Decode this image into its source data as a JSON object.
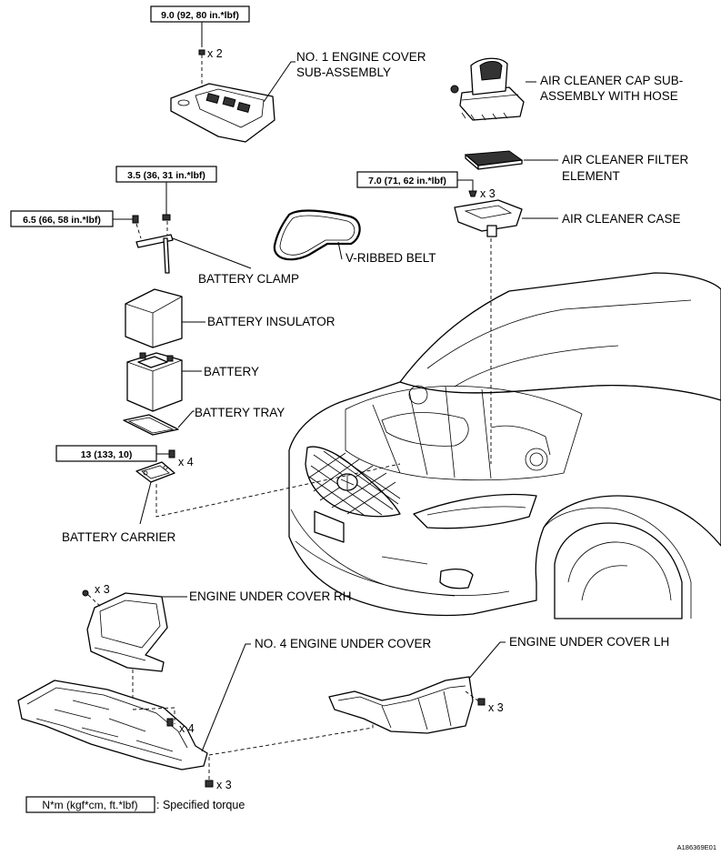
{
  "labels": {
    "engine_cover": [
      "NO. 1 ENGINE COVER",
      "SUB-ASSEMBLY"
    ],
    "air_cleaner_cap": [
      "AIR CLEANER CAP SUB-",
      "ASSEMBLY WITH HOSE"
    ],
    "air_cleaner_filter": [
      "AIR CLEANER FILTER",
      "ELEMENT"
    ],
    "air_cleaner_case": "AIR CLEANER CASE",
    "v_ribbed_belt": "V-RIBBED BELT",
    "battery_clamp": "BATTERY CLAMP",
    "battery_insulator": "BATTERY INSULATOR",
    "battery": "BATTERY",
    "battery_tray": "BATTERY TRAY",
    "battery_carrier": "BATTERY CARRIER",
    "engine_under_cover_rh": "ENGINE UNDER COVER RH",
    "no4_engine_under_cover": "NO. 4 ENGINE UNDER COVER",
    "engine_under_cover_lh": "ENGINE UNDER COVER LH"
  },
  "torques": {
    "engine_cover": "9.0 (92, 80 in.*lbf)",
    "clamp_nut": "3.5 (36, 31 in.*lbf)",
    "clamp_bolt": "6.5 (66, 58 in.*lbf)",
    "air_cleaner_case": "7.0 (71, 62 in.*lbf)",
    "battery_carrier": "13 (133, 10)"
  },
  "quantities": {
    "engine_cover": "x 2",
    "air_cleaner_case": "x 3",
    "battery_carrier": "x 4",
    "under_cover_rh": "x 3",
    "no4_center": "x 4",
    "no4_bottom": "x 3",
    "under_cover_lh": "x 3"
  },
  "legend": {
    "unit": "N*m (kgf*cm, ft.*lbf)",
    "text": ": Specified torque"
  },
  "reference_id": "A186369E01"
}
